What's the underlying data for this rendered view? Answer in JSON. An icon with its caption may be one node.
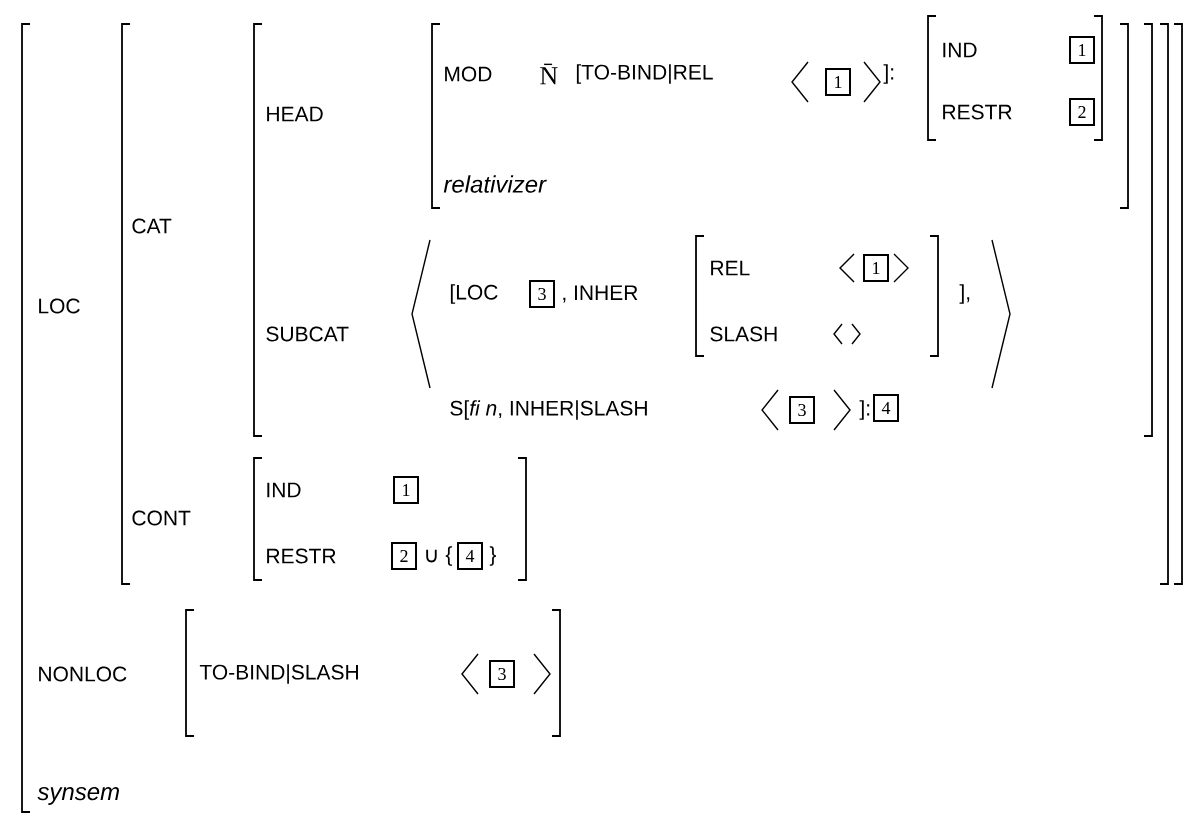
{
  "diagram": {
    "nodes": [
      {
        "text": [
          "LOC",
          "NONLOC",
          "synsem"
        ]
      },
      {
        "text": [
          "CAT",
          "CONT"
        ],
        "in": 0
      },
      {
        "text": [
          "HEAD",
          "SUBCAT",
          "[LOC",
          ", INHER",
          "],",
          "S[*fi n*, INHER|SLASH",
          "]:"
        ],
        "in": 1
      },
      {
        "text": [
          "MOD",
          "N̄",
          "[TO-BIND|REL",
          "]:",
          "relativizer"
        ],
        "in": 2
      },
      {
        "text": [
          "1"
        ],
        "in": 3
      },
      {
        "text": [
          "IND",
          "RESTR"
        ],
        "in": 3
      },
      {
        "text": [
          "1"
        ],
        "in": 5
      },
      {
        "text": [
          "2"
        ],
        "in": 5
      },
      {
        "text": [
          "3"
        ],
        "in": 2
      },
      {
        "text": [
          "REL",
          "SLASH"
        ],
        "in": 2
      },
      {
        "text": [
          "1"
        ],
        "in": 9
      },
      {
        "text": [
          "3"
        ],
        "in": 2
      },
      {
        "text": [
          "4"
        ],
        "in": 2
      },
      {
        "text": [
          "IND",
          "RESTR",
          "∪",
          "{",
          "}"
        ],
        "in": 1
      },
      {
        "text": [
          "1"
        ],
        "in": 13
      },
      {
        "text": [
          "2"
        ],
        "in": 13
      },
      {
        "text": [
          "4"
        ],
        "in": 13
      },
      {
        "text": [
          "TO-BIND|SLASH"
        ],
        "in": 0
      },
      {
        "text": [
          "3"
        ],
        "in": 17
      }
    ]
  }
}
